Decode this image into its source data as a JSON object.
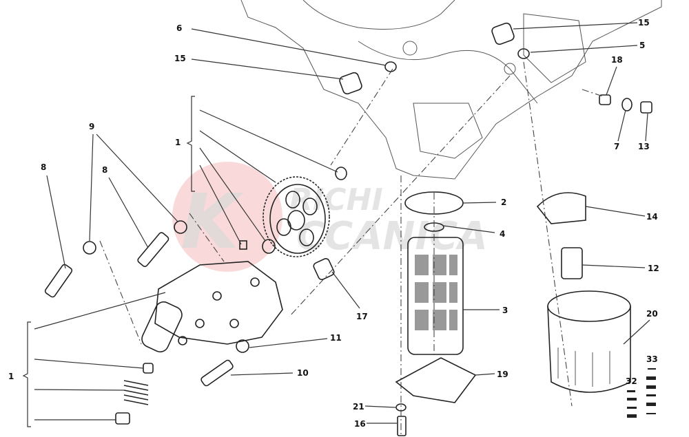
{
  "diagram": {
    "watermark": {
      "line1": "RICHI",
      "line2": "MECCANICA",
      "logo_letter": "K",
      "color": "#f2a0a0"
    },
    "callouts": [
      {
        "id": "c6",
        "label": "6"
      },
      {
        "id": "c15a",
        "label": "15"
      },
      {
        "id": "c15b",
        "label": "15"
      },
      {
        "id": "c5",
        "label": "5"
      },
      {
        "id": "c18",
        "label": "18"
      },
      {
        "id": "c7",
        "label": "7"
      },
      {
        "id": "c13",
        "label": "13"
      },
      {
        "id": "c1a",
        "label": "1"
      },
      {
        "id": "c9",
        "label": "9"
      },
      {
        "id": "c8a",
        "label": "8"
      },
      {
        "id": "c8b",
        "label": "8"
      },
      {
        "id": "c2",
        "label": "2"
      },
      {
        "id": "c4",
        "label": "4"
      },
      {
        "id": "c14",
        "label": "14"
      },
      {
        "id": "c12",
        "label": "12"
      },
      {
        "id": "c20",
        "label": "20"
      },
      {
        "id": "c3",
        "label": "3"
      },
      {
        "id": "c17",
        "label": "17"
      },
      {
        "id": "c11",
        "label": "11"
      },
      {
        "id": "c10",
        "label": "10"
      },
      {
        "id": "c19",
        "label": "19"
      },
      {
        "id": "c21",
        "label": "21"
      },
      {
        "id": "c16",
        "label": "16"
      },
      {
        "id": "c1b",
        "label": "1"
      },
      {
        "id": "c33",
        "label": "33"
      },
      {
        "id": "c32",
        "label": "32"
      }
    ]
  }
}
